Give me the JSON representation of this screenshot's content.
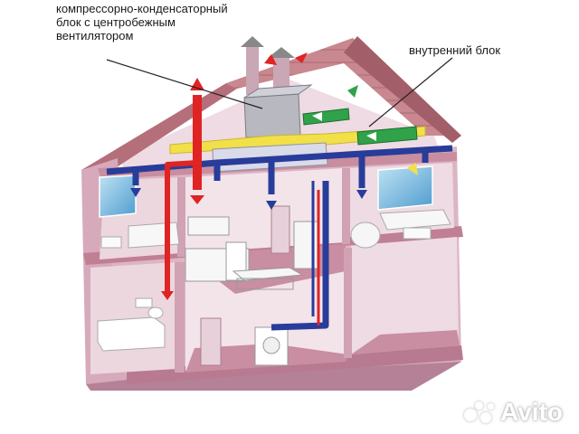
{
  "labels": {
    "outdoor_unit": "компрессорно-конденсаторный\nблок  с  центробежным\nвентилятором",
    "indoor_unit": "внутренний блок"
  },
  "watermark": "Avito",
  "icons": [
    "supply-arrow-icon",
    "exhaust-arrow-icon",
    "air-flow-arrow-icon",
    "avito-dots-icon"
  ],
  "colors": {
    "wall": "#d7b0bf",
    "wall_dark": "#b98aa0",
    "roof": "#c7868f",
    "roof_dark": "#a86470",
    "attic_wall": "#e9d2dc",
    "floor": "#c68c9f",
    "supply_duct": "#e02323",
    "return_duct": "#283c9a",
    "refrigerant_duct": "#f2e048",
    "indoor_unit": "#2fa24a",
    "window": "#6fb4da"
  }
}
